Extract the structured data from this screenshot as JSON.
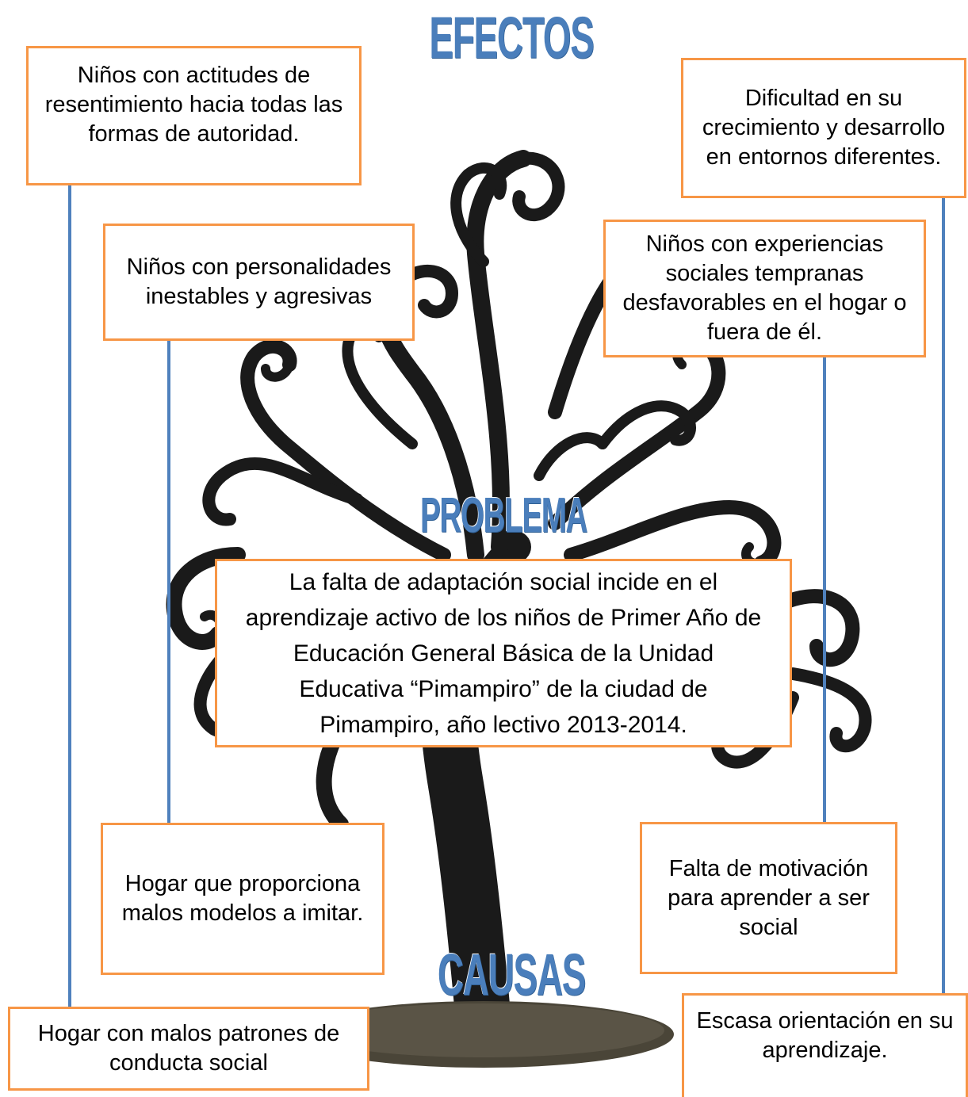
{
  "headings": {
    "effects": "EFECTOS",
    "problem": "PROBLEMA",
    "causes": "CAUSAS"
  },
  "effects": [
    {
      "text": "Niños con actitudes de resentimiento hacia todas las formas de autoridad."
    },
    {
      "text": "Dificultad en su crecimiento y desarrollo en entornos diferentes."
    },
    {
      "text": "Niños con personalidades inestables y agresivas"
    },
    {
      "text": "Niños con experiencias sociales tempranas desfavorables en el hogar o fuera de él."
    }
  ],
  "problem": {
    "text": "La falta de adaptación social incide en el aprendizaje activo de los niños de Primer Año de Educación General Básica de la Unidad Educativa “Pimampiro” de la ciudad de Pimampiro, año lectivo 2013-2014."
  },
  "causes": [
    {
      "text": "Hogar que proporciona malos modelos a imitar."
    },
    {
      "text": "Falta de motivación para aprender a ser social"
    },
    {
      "text": "Hogar con malos patrones de conducta social"
    },
    {
      "text": "Escasa orientación en su aprendizaje."
    }
  ],
  "colors": {
    "box_border": "#f79646",
    "connector": "#4f81bd",
    "heading": "#4a7ebb",
    "tree": "#1a1a1a",
    "tree_base": "#4a4538"
  }
}
